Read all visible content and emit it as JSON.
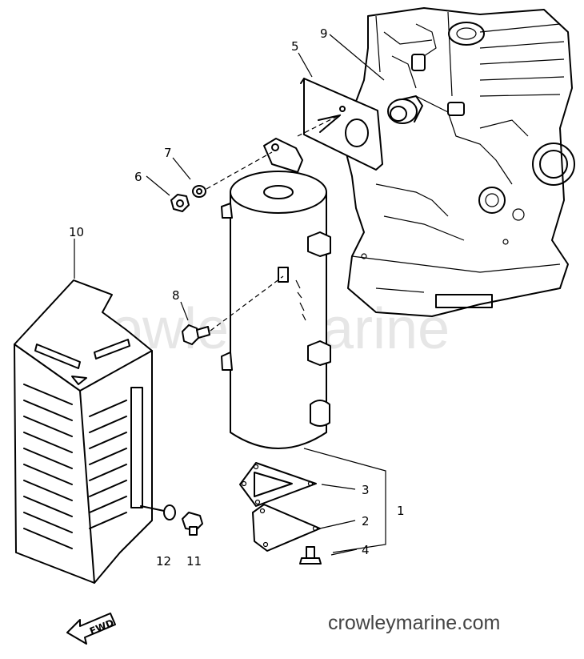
{
  "diagram": {
    "watermark": "Crowley Marine",
    "site": "crowleymarine.com",
    "direction_label": "FWD",
    "callouts": [
      {
        "id": "1",
        "text": "1"
      },
      {
        "id": "2",
        "text": "2"
      },
      {
        "id": "3",
        "text": "3"
      },
      {
        "id": "4",
        "text": "4"
      },
      {
        "id": "5",
        "text": "5"
      },
      {
        "id": "6",
        "text": "6"
      },
      {
        "id": "7",
        "text": "7"
      },
      {
        "id": "8",
        "text": "8"
      },
      {
        "id": "9",
        "text": "9"
      },
      {
        "id": "10",
        "text": "10"
      },
      {
        "id": "11",
        "text": "11"
      },
      {
        "id": "12",
        "text": "12"
      }
    ]
  }
}
